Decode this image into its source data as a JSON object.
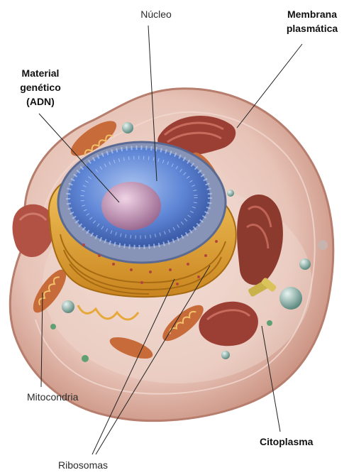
{
  "labels": {
    "nucleo": "Núcleo",
    "membrana_l1": "Membrana",
    "membrana_l2": "plasmática",
    "material_l1": "Material",
    "material_l2": "genético",
    "material_l3": "(ADN)",
    "mitocondria": "Mitocondria",
    "ribosomas": "Ribosomas",
    "citoplasma": "Citoplasma"
  },
  "colors": {
    "membrane": "#d7a79b",
    "cytoplasm": "#e9cfc5",
    "nucleus_envelope": "#7b8fb8",
    "chromatin": "#5f86d6",
    "nucleolus": "#c89ab7",
    "er_golgi": "#e6a83a",
    "mitochondria": "#c76b3a",
    "organelle_dark": "#8c3a2e"
  }
}
